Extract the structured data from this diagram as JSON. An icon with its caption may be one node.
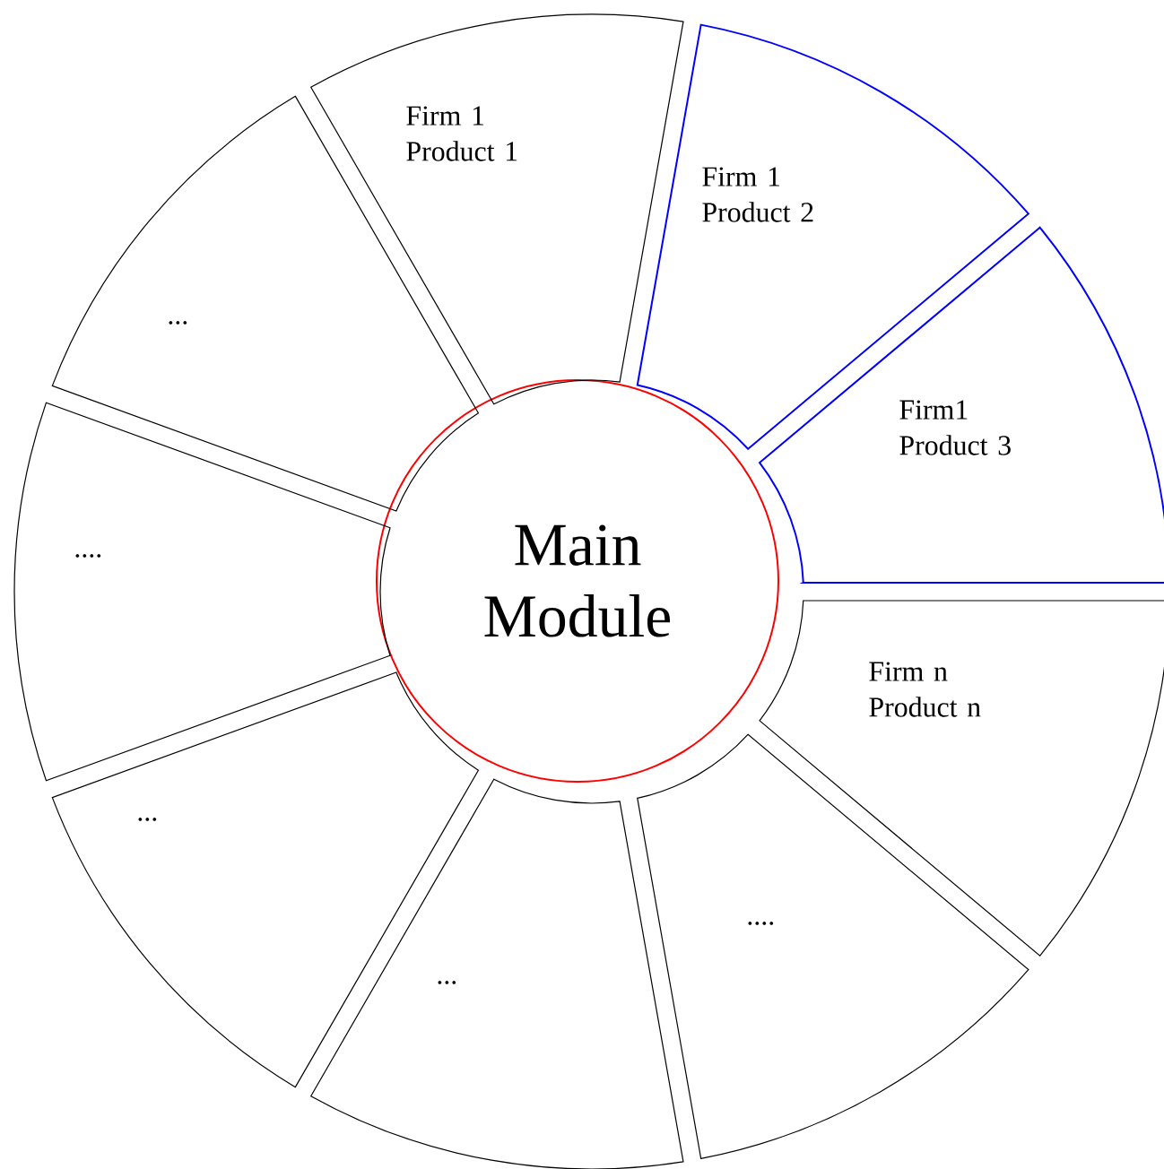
{
  "diagram": {
    "nodes": [
      {
        "text": [
          "Main Module"
        ]
      },
      {
        "text": [
          "Firm 1 Product 1"
        ]
      },
      {
        "text": [
          "Firm 1 Product 2"
        ]
      },
      {
        "text": [
          "Firm1 Product 3"
        ]
      },
      {
        "text": [
          "Firm n Product n"
        ]
      },
      {
        "text": [
          "...."
        ]
      },
      {
        "text": [
          "..."
        ]
      },
      {
        "text": [
          "..."
        ]
      },
      {
        "text": [
          "...."
        ]
      },
      {
        "text": [
          "..."
        ]
      }
    ]
  }
}
